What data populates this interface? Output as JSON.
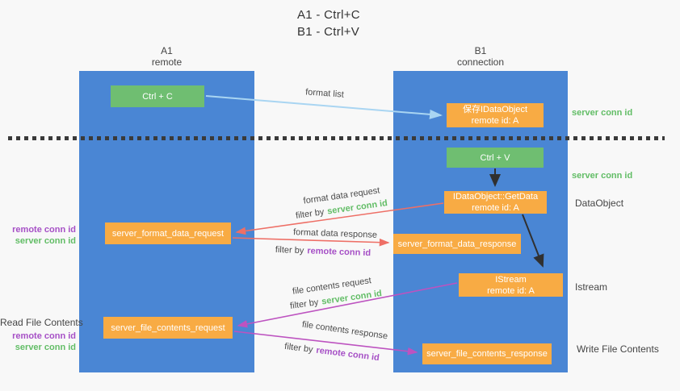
{
  "title": {
    "line1": "A1 - Ctrl+C",
    "line2": "B1 - Ctrl+V"
  },
  "lanes": {
    "left": {
      "name": "A1",
      "role": "remote"
    },
    "right": {
      "name": "B1",
      "role": "connection"
    }
  },
  "boxes": {
    "ctrl_c": {
      "label": "Ctrl + C"
    },
    "save_dataobject": {
      "line1": "保存IDataObject",
      "line2": "remote id: A"
    },
    "ctrl_v": {
      "label": "Ctrl + V"
    },
    "getdata": {
      "line1": "IDataObject::GetData",
      "line2": "remote id: A"
    },
    "format_request": {
      "label": "server_format_data_request"
    },
    "format_response": {
      "label": "server_format_data_response"
    },
    "istream": {
      "line1": "IStream",
      "line2": "remote id: A"
    },
    "file_request": {
      "label": "server_file_contents_request"
    },
    "file_response": {
      "label": "server_file_contents_response"
    }
  },
  "arrow_labels": {
    "format_list": "format list",
    "format_data_request": "format data request",
    "format_data_response": "format data response",
    "file_contents_request": "file contents request",
    "file_contents_response": "file contents response",
    "filter_by": "filter by",
    "server_conn_id": "server conn id",
    "remote_conn_id": "remote conn id"
  },
  "side_labels": {
    "server_conn_id": "server conn id",
    "remote_conn_id": "remote conn id",
    "dataobject": "DataObject",
    "istream": "Istream",
    "read_file_contents": "Read File Contents",
    "write_file_contents": "Write File Contents"
  },
  "colors": {
    "lane_blue": "#4a86d4",
    "box_orange": "#f8ab44",
    "box_green": "#6fbe71",
    "arrow_blue": "#a9d5f2",
    "arrow_black": "#303030",
    "arrow_salmon": "#ee6f66",
    "arrow_magenta": "#bd53c0",
    "text_green": "#62bd66",
    "text_purple": "#a650c6"
  }
}
